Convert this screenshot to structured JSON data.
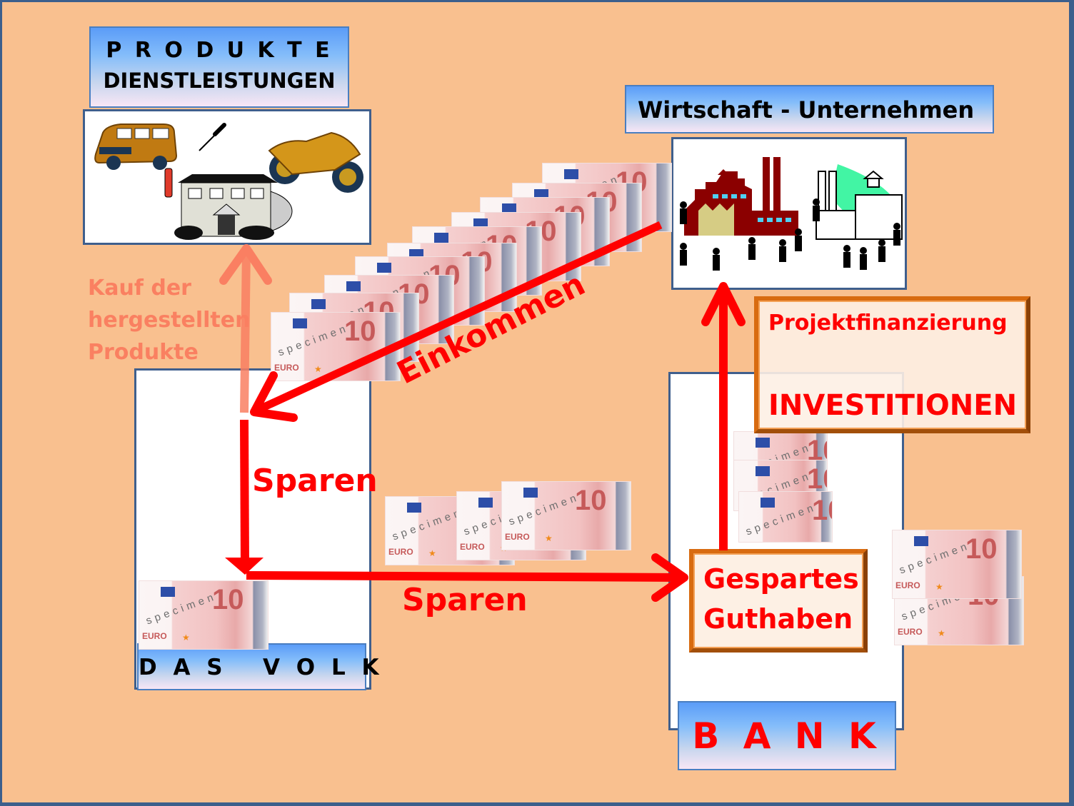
{
  "diagram": {
    "products_box": {
      "line1": "P R O D U K T E",
      "line2": "DIENSTLEISTUNGEN"
    },
    "economy_box": {
      "title": "Wirtschaft - Unternehmen"
    },
    "people_box": {
      "title": "D A S   V O L K"
    },
    "bank_box": {
      "title": "B A N K"
    },
    "investment_box": {
      "line1": "Projektfinanzierung",
      "line2": "INVESTITIONEN"
    },
    "savings_box": {
      "line1": "Gespartes",
      "line2": "Guthaben"
    },
    "flows": {
      "purchase": {
        "line1": "Kauf der",
        "line2": "hergestellten",
        "line3": "Produkte"
      },
      "income": "Einkommen",
      "saving_vertical": "Sparen",
      "saving_horizontal": "Sparen"
    },
    "banknote": {
      "denomination": "10",
      "currency": "EURO",
      "watermark": "specimen"
    },
    "colors": {
      "background": "#f9c08f",
      "frame": "#3c5f8c",
      "arrow_red": "#ff0000",
      "arrow_salmon": "#fa7f62",
      "purchase_text": "#fa8061",
      "factory": "#8b0000"
    }
  }
}
